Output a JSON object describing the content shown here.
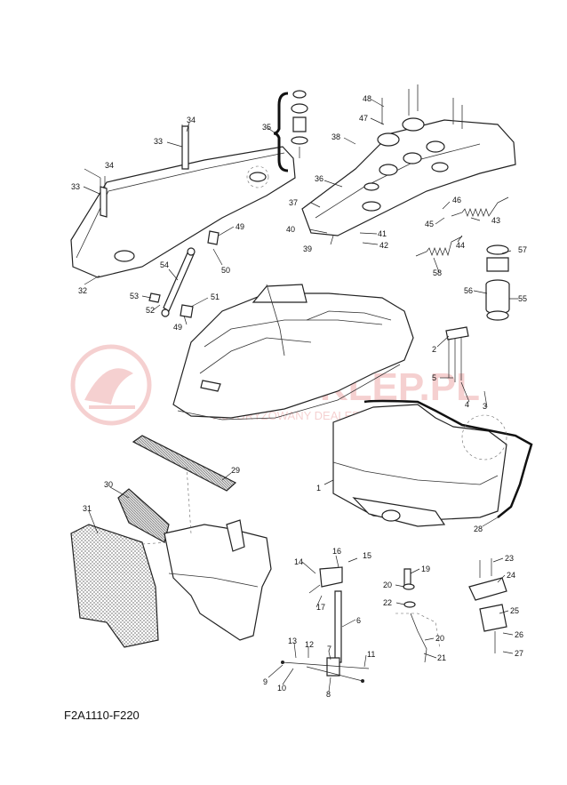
{
  "diagram_code": "F2A1110-F220",
  "watermark_text": "YAMASKLEP.PL",
  "watermark_subtext": "AUTORYZOWANY DEALER YAMAHA",
  "callouts": [
    "1",
    "2",
    "3",
    "4",
    "5",
    "6",
    "7",
    "8",
    "9",
    "10",
    "11",
    "12",
    "13",
    "14",
    "15",
    "16",
    "17",
    "19",
    "20",
    "20",
    "21",
    "22",
    "23",
    "24",
    "25",
    "26",
    "27",
    "28",
    "29",
    "30",
    "31",
    "32",
    "33",
    "33",
    "34",
    "34",
    "35",
    "36",
    "37",
    "38",
    "39",
    "40",
    "41",
    "42",
    "43",
    "44",
    "45",
    "46",
    "47",
    "48",
    "49",
    "49",
    "50",
    "51",
    "52",
    "53",
    "54",
    "55",
    "56",
    "57",
    "58"
  ]
}
